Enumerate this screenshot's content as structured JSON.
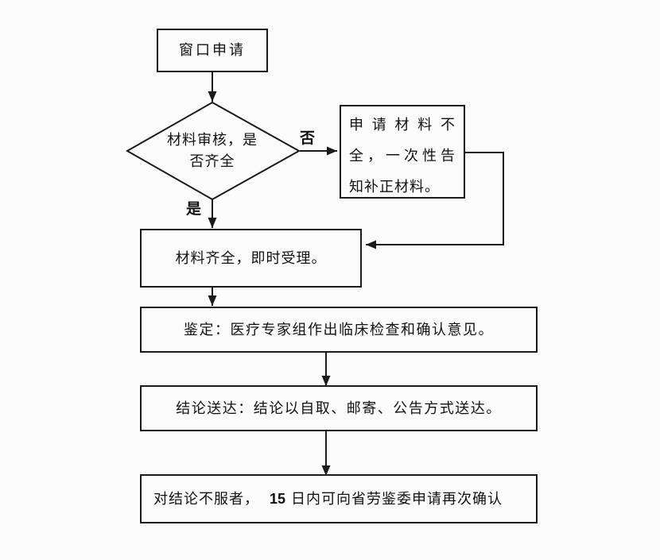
{
  "page": {
    "background": "#fbfbfb",
    "line_color": "#1a1a1a"
  },
  "flowchart": {
    "start": {
      "label": "窗口申请"
    },
    "decision": {
      "line1": "材料审核，是",
      "line2": "否齐全"
    },
    "branch_labels": {
      "no": "否",
      "yes": "是"
    },
    "incomplete": {
      "lines": [
        "申请材料不",
        "全，一次性告",
        "知补正材料。"
      ]
    },
    "accept": {
      "label": "材料齐全，即时受理。"
    },
    "appraisal": {
      "label": "鉴定：医疗专家组作出临床检查和确认意见。"
    },
    "delivery": {
      "label": "结论送达：结论以自取、邮寄、公告方式送达。"
    },
    "appeal": {
      "prefix": "对结论不服者，",
      "days": "15",
      "suffix": "日内可向省劳鉴委申请再次确认"
    }
  }
}
